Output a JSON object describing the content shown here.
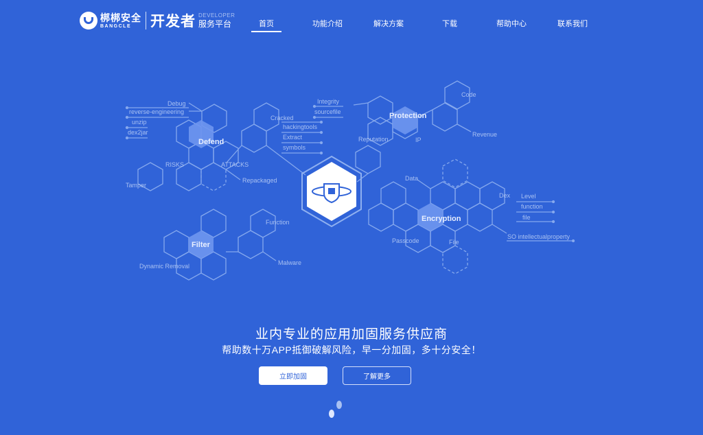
{
  "header": {
    "logo_cn": "梆梆安全",
    "logo_en": "BANGCLE",
    "dev_title": "开发者",
    "dev_en": "DEVELOPER",
    "dev_sub": "服务平台"
  },
  "nav": {
    "items": [
      {
        "label": "首页",
        "active": true
      },
      {
        "label": "功能介绍"
      },
      {
        "label": "解决方案"
      },
      {
        "label": "下载"
      },
      {
        "label": "帮助中心"
      },
      {
        "label": "联系我们"
      }
    ]
  },
  "diagram": {
    "defend": {
      "label": "Defend",
      "risks": "RISKS",
      "attacks": "ATTACKS",
      "debug": "Debug",
      "reverse": "reverse-engineering",
      "unzip": "unzip",
      "dex2jar": "dex2jar",
      "tamper": "Tamper",
      "repackaged": "Repackaged",
      "cracked": "Cracked",
      "hackingtools": "hackingtools",
      "extract": "Extract",
      "symbols": "symbols"
    },
    "protection": {
      "label": "Protection",
      "integrity": "Integrity",
      "sourcefile": "sourcefile",
      "reputation": "Reputation",
      "ip": "IP",
      "code": "Code",
      "revenue": "Revenue"
    },
    "encryption": {
      "label": "Encryption",
      "data": "Data",
      "dex": "Dex",
      "level": "Level",
      "function": "function",
      "file_lc": "file",
      "so": "SO intellectualproperty",
      "passcode": "Passcode",
      "file": "File"
    },
    "filter": {
      "label": "Filter",
      "dynamic": "Dynamic Removal",
      "function": "Function",
      "malware": "Malware"
    }
  },
  "hero": {
    "title": "业内专业的应用加固服务供应商",
    "subtitle": "帮助数十万APP抵御破解风险，早一分加固，多十分安全！",
    "primary_button": "立即加固",
    "secondary_button": "了解更多"
  },
  "colors": {
    "background": "#3063d8",
    "line": "#8fb0f0",
    "highlight": "#6f96f0"
  }
}
